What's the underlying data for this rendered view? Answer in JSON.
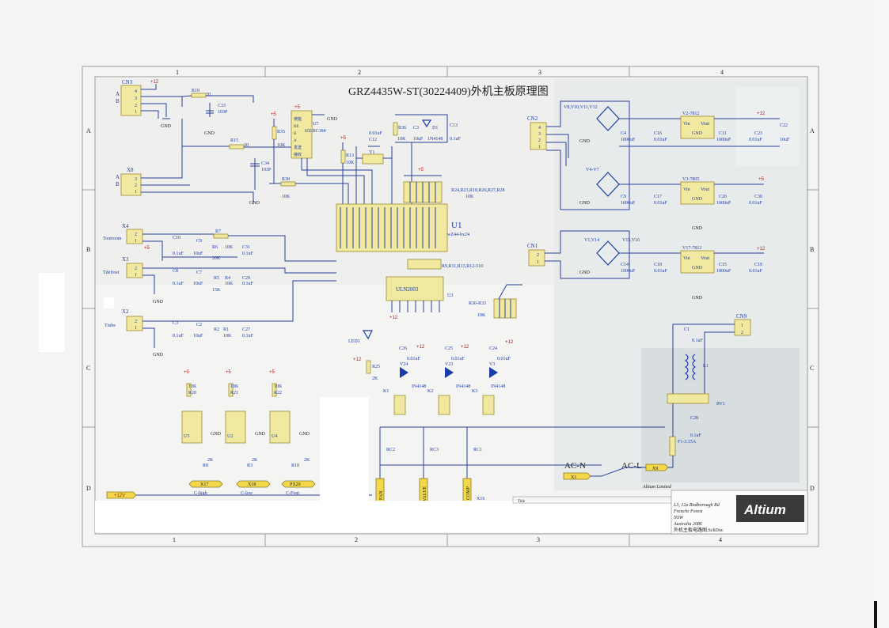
{
  "title": "GRZ4435W-ST(30224409)外机主板原理图",
  "border": {
    "columns": [
      "1",
      "2",
      "3",
      "4"
    ],
    "rows": [
      "A",
      "B",
      "C",
      "D"
    ]
  },
  "connectors": {
    "cn3": {
      "ref": "CN3",
      "pins": [
        "4",
        "3",
        "2",
        "1"
      ],
      "side": [
        "A",
        "B"
      ]
    },
    "x8": {
      "ref": "X8",
      "pins": [
        "3",
        "2",
        "1"
      ],
      "side": [
        "A",
        "B"
      ]
    },
    "x4": {
      "ref": "X4",
      "pins": [
        "2",
        "1"
      ],
      "label": "Toutroom"
    },
    "x3": {
      "ref": "X3",
      "pins": [
        "2",
        "1"
      ],
      "label": "Tdefrost"
    },
    "x2": {
      "ref": "X2",
      "pins": [
        "2",
        "1"
      ],
      "label": "Ttube"
    },
    "cn2": {
      "ref": "CN2",
      "pins": [
        "4",
        "3",
        "2",
        "1"
      ]
    },
    "cn1": {
      "ref": "CN1",
      "pins": [
        "2",
        "1"
      ]
    },
    "cn9": {
      "ref": "CN9",
      "pins": [
        "1",
        "2"
      ]
    }
  },
  "power": {
    "p12": "+12",
    "p5": "+5",
    "gnd": "GND",
    "p12v": "+12V"
  },
  "parts": {
    "r19": "R19",
    "r19v": "20",
    "c33": "C33",
    "c33v": "103P",
    "r15": "R15",
    "r15v": "20",
    "c34": "C34",
    "c34v": "103P",
    "r35": "R35",
    "r35v": "10K",
    "r38": "R38",
    "r38v": "10K",
    "u7": "U7",
    "u7v": "65LBC184",
    "u7pins": [
      "使能",
      "RE",
      "B",
      "A",
      "发送",
      "接收"
    ],
    "r13": "R13",
    "r13v": "10K",
    "c12": "C12",
    "c12v": "0.01uF",
    "y1": "Y1",
    "r36": "R36",
    "r36v": "10K",
    "c13": "C13",
    "c13v": "0.1uF",
    "d1": "D1",
    "d1v": "1N4148",
    "c3": "C3",
    "c3v": "10uF",
    "rpack": "R24,R23,R18,R26,R27,R28",
    "rpackv": "10K",
    "u1": "U1",
    "u1v": "wZ44-bx24",
    "r9": "R9,R11,R13,R12-510",
    "u3": "U3",
    "u3v": "ULN2003",
    "r3033": "R30-R33",
    "r3033v": "10K",
    "r7": "R7",
    "r6": "R6",
    "r6v": "20K",
    "c10": "C10",
    "c10v": "0.1uF",
    "c9": "C9",
    "c9v": "10uF",
    "c31": "C31",
    "c31v": "0.1uF",
    "r6b": "10K",
    "r5": "R5",
    "r5v": "15K",
    "r4": "R4",
    "r4v": "10K",
    "c8": "C8",
    "c8v": "0.1uF",
    "c7": "C7",
    "c7v": "10uF",
    "c29": "C29",
    "c29v": "0.1uF",
    "r2": "R2",
    "r1": "R1",
    "r1v": "10K",
    "c3b": "C3",
    "c3bv": "0.1uF",
    "c2": "C2",
    "c2v": "10uF",
    "c27": "C27",
    "c27v": "0.1uF",
    "led1": "LED1",
    "r25": "R25",
    "r25v": "2K",
    "c26": "C26",
    "c25": "C25",
    "c24": "C24",
    "c001": "0.01uF",
    "v24": "V24",
    "v23": "V23",
    "v3": "V3",
    "in4148": "IN4148",
    "k1": "K1",
    "k2": "K2",
    "k3": "K3",
    "r20": "R20",
    "r21": "R21",
    "r22": "R22",
    "r10k": "10K",
    "u5": "U5",
    "u2": "U2",
    "u4": "U4",
    "r8": "R8",
    "r3": "R3",
    "r10": "R10",
    "r2k": "2K",
    "rc2": "RC2",
    "rc3": "RC3",
    "rc1": "RC1",
    "bridges": [
      "V8,V10,V11,V12",
      "V4-V7",
      "V1,V14",
      "V15,V16"
    ],
    "c4": "C4",
    "c4v": "1000uF",
    "c16": "C16",
    "c16v": "0.01uF",
    "u_a": "V2-7812",
    "c11": "C11",
    "c11v": "1000uF",
    "c23": "C23",
    "c23v": "0.01uF",
    "c22": "C22",
    "c22v": "10uF",
    "c9b": "C9",
    "c9bv": "1000uF",
    "c17": "C17",
    "c17v": "0.01uF",
    "u_b": "V3-7805",
    "c20": "C20",
    "c20v": "1000uF",
    "c30": "C30",
    "c30v": "0.01uF",
    "c14": "C14",
    "c14v": "1000uF",
    "c18": "C18",
    "c18v": "0.01uF",
    "u_c": "V17-7812",
    "c15": "C15",
    "c15v": "1000uF",
    "c19": "C19",
    "c19v": "0.01uF",
    "vin": "Vin",
    "vout": "Vout",
    "c1": "C1",
    "c1v": "0.1uF",
    "l1": "L1",
    "rv1": "RV1",
    "c28": "C28",
    "c28v": "0.1uF",
    "f1": "F1-3.15A"
  },
  "net_labels": {
    "x17": "X17",
    "x18": "X18",
    "px20": "PX20",
    "chigh": "C-high",
    "clow": "C-low",
    "cfout": "C-Fout",
    "fan": "FAN",
    "valve": "VALVE",
    "comp": "COMP",
    "x16": "X16",
    "x1": "X1",
    "x9": "X9",
    "acn": "AC-N",
    "acl": "AC-L",
    "p12v": "+12V"
  },
  "title_block": {
    "company": "Altium Limited",
    "addr": [
      "L3, 12a Rodborough Rd",
      "Frenchs Forest",
      "NSW",
      "Australia 2086"
    ],
    "file": "外机主板电路图.SchDoc",
    "title_label": "Title",
    "logo": "Altium"
  }
}
